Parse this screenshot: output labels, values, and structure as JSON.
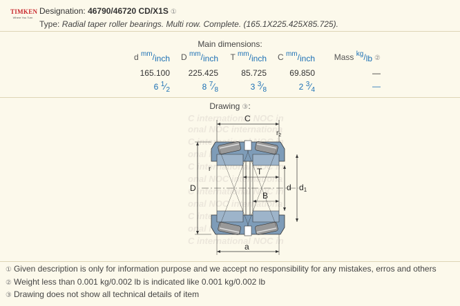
{
  "header": {
    "logo_brand": "TIMKEN",
    "logo_tagline": "Where You Turn",
    "designation_label": "Designation:",
    "designation_value": "46790/46720 CD/X1S",
    "type_label": "Type:",
    "type_value": "Radial taper roller bearings. Multi row. Complete. (165.1X225.425X85.725)."
  },
  "dimensions": {
    "title": "Main dimensions:",
    "columns": [
      {
        "symbol": "d",
        "unit_top": "mm",
        "unit_bottom": "inch",
        "mm": "165.100",
        "inch_whole": "6",
        "inch_num": "1",
        "inch_den": "2"
      },
      {
        "symbol": "D",
        "unit_top": "mm",
        "unit_bottom": "inch",
        "mm": "225.425",
        "inch_whole": "8",
        "inch_num": "7",
        "inch_den": "8"
      },
      {
        "symbol": "T",
        "unit_top": "mm",
        "unit_bottom": "inch",
        "mm": "85.725",
        "inch_whole": "3",
        "inch_num": "3",
        "inch_den": "8"
      },
      {
        "symbol": "C",
        "unit_top": "mm",
        "unit_bottom": "inch",
        "mm": "69.850",
        "inch_whole": "2",
        "inch_num": "3",
        "inch_den": "4"
      }
    ],
    "mass": {
      "label": "Mass",
      "unit_top": "kg",
      "unit_bottom": "lb",
      "kg": "—",
      "lb": "—"
    }
  },
  "drawing": {
    "title": "Drawing",
    "labels": {
      "C": "C",
      "r2": "r",
      "r2_sub": "2",
      "r": "r",
      "T": "T",
      "D": "D",
      "d": "d",
      "d1": "d",
      "d1_sub": "1",
      "B": "B",
      "a": "a"
    },
    "watermark": "C international NOC"
  },
  "footnotes": [
    "Given description is only for information purpose and we accept no responsibility for any mistakes, erros and others",
    "Weight less than 0.001 kg/0.002 lb is indicated like 0.001 kg/0.002 lb",
    "Drawing does not show all technical details of item"
  ],
  "colors": {
    "background": "#fcf9eb",
    "link_blue": "#1a6fb4",
    "bearing_blue": "#7e9cb8",
    "logo_red": "#c8282e"
  }
}
